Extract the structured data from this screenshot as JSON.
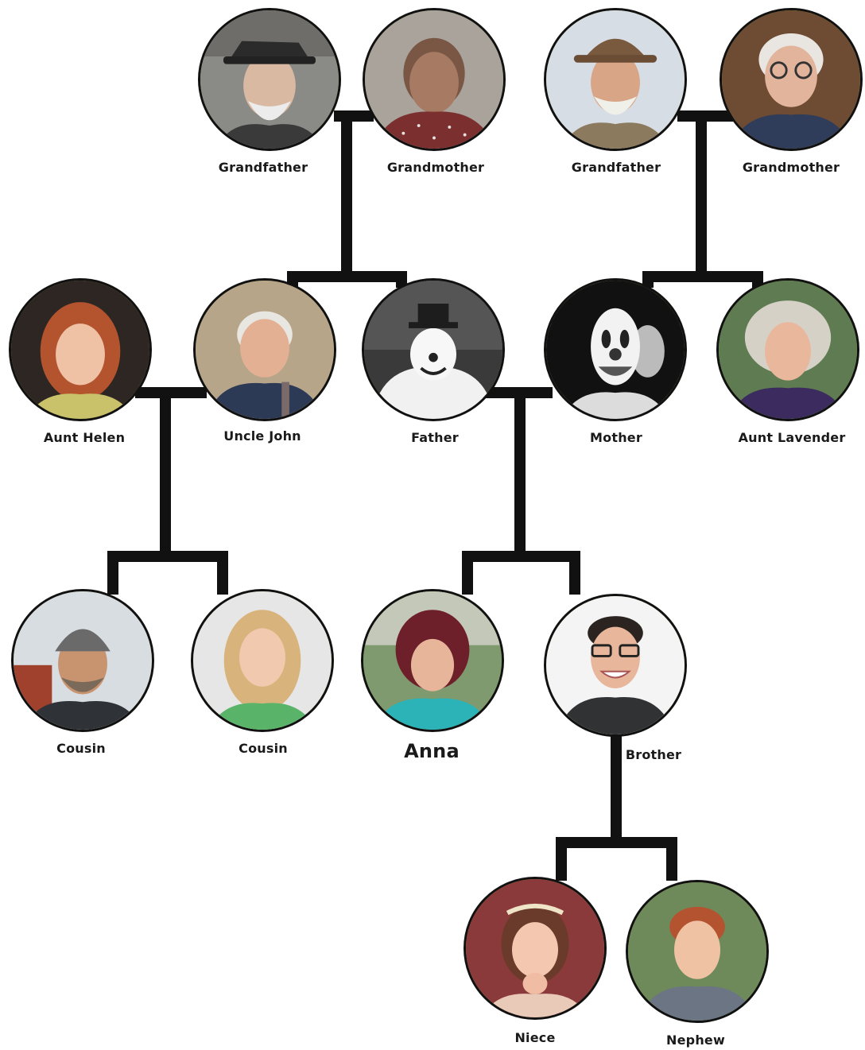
{
  "accent_color": "#d8e81c",
  "line_color": "#111111",
  "people": {
    "paternal_grandfather": {
      "label": "Grandfather",
      "icon": "elderly-man-portrait"
    },
    "paternal_grandmother": {
      "label": "Grandmother",
      "icon": "elderly-woman-portrait"
    },
    "maternal_grandfather": {
      "label": "Grandfather",
      "icon": "elderly-man-hat-portrait"
    },
    "maternal_grandmother": {
      "label": "Grandmother",
      "icon": "elderly-woman-glasses-portrait"
    },
    "aunt_helen": {
      "label": "Aunt Helen",
      "icon": "woman-portrait"
    },
    "uncle_john": {
      "label": "Uncle John",
      "icon": "man-portrait"
    },
    "father": {
      "label": "Father",
      "icon": "clown-portrait"
    },
    "mother": {
      "label": "Mother",
      "icon": "clown-portrait"
    },
    "aunt_lavender": {
      "label": "Aunt Lavender",
      "icon": "woman-portrait"
    },
    "cousin_1": {
      "label": "Cousin",
      "icon": "man-beanie-portrait"
    },
    "cousin_2": {
      "label": "Cousin",
      "icon": "woman-portrait"
    },
    "anna": {
      "label": "Anna",
      "icon": "woman-curly-hair-portrait"
    },
    "brother": {
      "label": "Brother",
      "icon": "man-glasses-portrait"
    },
    "niece": {
      "label": "Niece",
      "icon": "girl-portrait"
    },
    "nephew": {
      "label": "Nephew",
      "icon": "boy-portrait"
    }
  }
}
